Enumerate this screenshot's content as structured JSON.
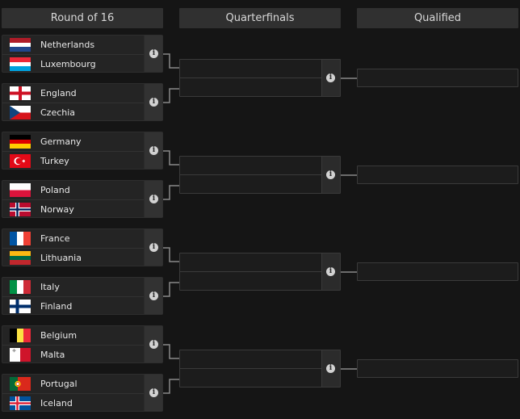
{
  "headers": {
    "round_of_16": "Round of 16",
    "quarterfinals": "Quarterfinals",
    "qualified": "Qualified"
  },
  "matches": [
    {
      "team1": "Netherlands",
      "team2": "Luxembourg",
      "flag1": "netherlands-flag-icon",
      "flag2": "luxembourg-flag-icon"
    },
    {
      "team1": "England",
      "team2": "Czechia",
      "flag1": "england-flag-icon",
      "flag2": "czechia-flag-icon"
    },
    {
      "team1": "Germany",
      "team2": "Turkey",
      "flag1": "germany-flag-icon",
      "flag2": "turkey-flag-icon"
    },
    {
      "team1": "Poland",
      "team2": "Norway",
      "flag1": "poland-flag-icon",
      "flag2": "norway-flag-icon"
    },
    {
      "team1": "France",
      "team2": "Lithuania",
      "flag1": "france-flag-icon",
      "flag2": "lithuania-flag-icon"
    },
    {
      "team1": "Italy",
      "team2": "Finland",
      "flag1": "italy-flag-icon",
      "flag2": "finland-flag-icon"
    },
    {
      "team1": "Belgium",
      "team2": "Malta",
      "flag1": "belgium-flag-icon",
      "flag2": "malta-flag-icon"
    },
    {
      "team1": "Portugal",
      "team2": "Iceland",
      "flag1": "portugal-flag-icon",
      "flag2": "iceland-flag-icon"
    }
  ],
  "info_icon_glyph": "i",
  "colors": {
    "background": "#151515",
    "header_bg": "#303030",
    "match_bg": "#242424",
    "connector": "#8a8a8a"
  }
}
